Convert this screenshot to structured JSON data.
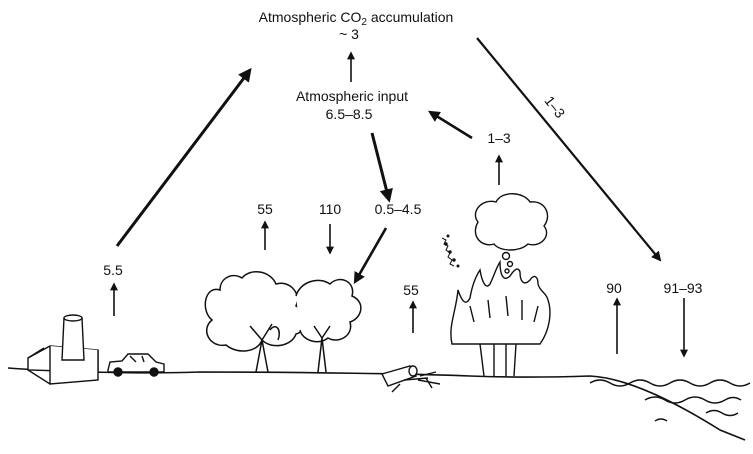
{
  "title": {
    "line1_prefix": "Atmospheric CO",
    "line1_subscript": "2",
    "line1_suffix": " accumulation",
    "line2": "~ 3"
  },
  "atmospheric_input": {
    "label": "Atmospheric input",
    "value": "6.5–8.5"
  },
  "flux_labels": {
    "fossil_fuel": "5.5",
    "vegetation_release": "55",
    "vegetation_uptake": "110",
    "land_sink": "0.5–4.5",
    "soil_release": "55",
    "biomass_burning": "1–3",
    "ocean_transfer": "1–3",
    "ocean_release": "90",
    "ocean_uptake": "91–93"
  },
  "icons": [
    "factory-icon",
    "smokestack-icon",
    "car-icon",
    "deciduous-tree-icon",
    "fallen-log-icon",
    "burning-shrub-icon",
    "smoke-cloud-icon",
    "ocean-waves-icon"
  ],
  "colors": {
    "ink": "#111111",
    "background": "#ffffff"
  }
}
